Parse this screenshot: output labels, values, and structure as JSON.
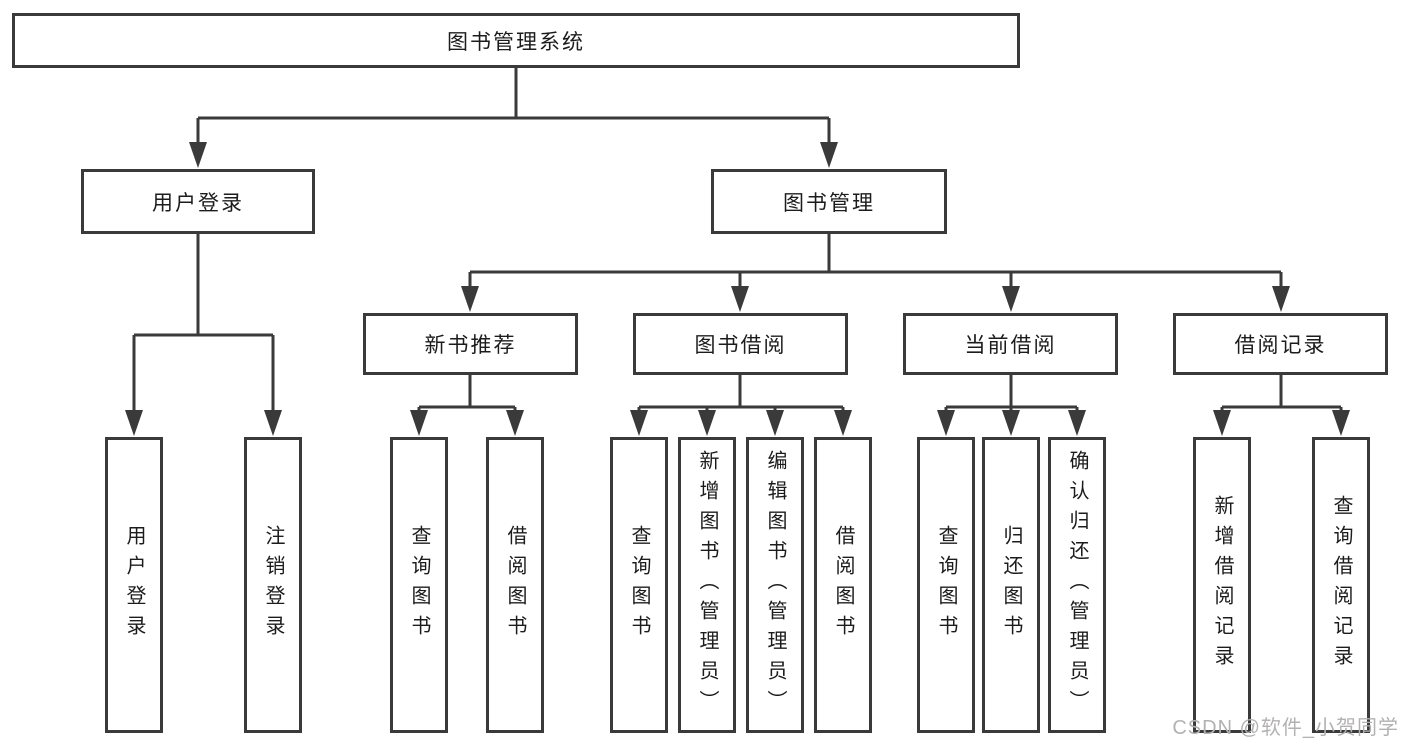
{
  "diagram": {
    "root": {
      "label": "图书管理系统",
      "children": [
        {
          "label": "用户登录",
          "children": [
            {
              "label": "用户登录"
            },
            {
              "label": "注销登录"
            }
          ]
        },
        {
          "label": "图书管理",
          "children": [
            {
              "label": "新书推荐",
              "children": [
                {
                  "label": "查询图书"
                },
                {
                  "label": "借阅图书"
                }
              ]
            },
            {
              "label": "图书借阅",
              "children": [
                {
                  "label": "查询图书"
                },
                {
                  "label": "新增图书（管理员）"
                },
                {
                  "label": "编辑图书（管理员）"
                },
                {
                  "label": "借阅图书"
                }
              ]
            },
            {
              "label": "当前借阅",
              "children": [
                {
                  "label": "查询图书"
                },
                {
                  "label": "归还图书"
                },
                {
                  "label": "确认归还（管理员）"
                }
              ]
            },
            {
              "label": "借阅记录",
              "children": [
                {
                  "label": "新增借阅记录"
                },
                {
                  "label": "查询借阅记录"
                }
              ]
            }
          ]
        }
      ]
    }
  },
  "watermark": {
    "text": "CSDN @软件_小贺同学"
  },
  "colors": {
    "line": "#3a3a3a",
    "text": "#1c1c1c",
    "watermark": "#b3b1b1",
    "background": "#ffffff"
  }
}
